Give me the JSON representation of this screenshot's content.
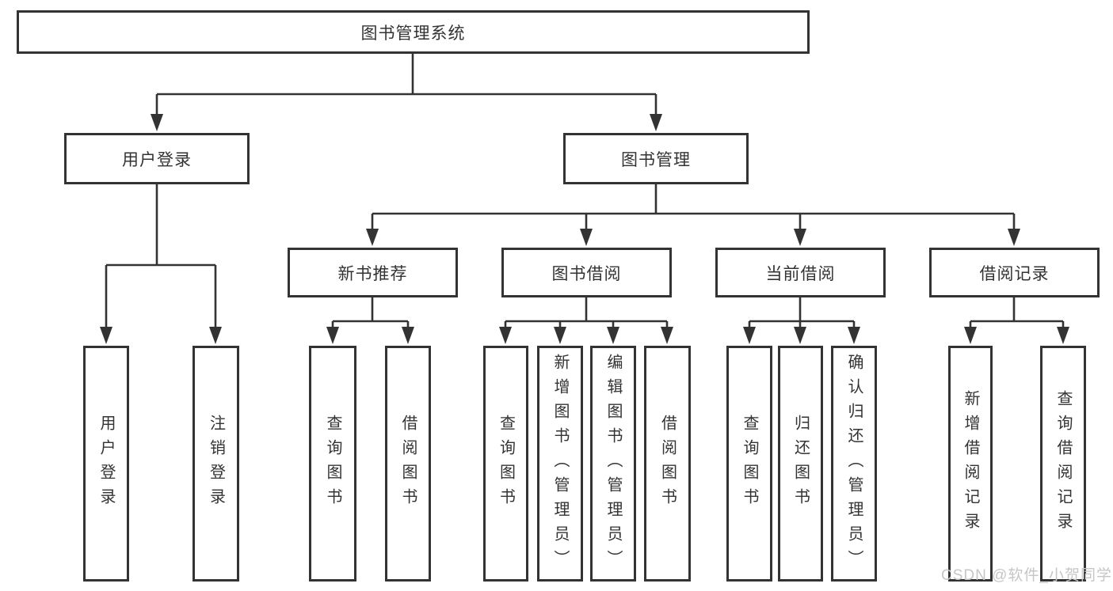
{
  "diagram": {
    "root": {
      "label": "图书管理系统"
    },
    "level2": [
      {
        "label": "用户登录",
        "children": [
          {
            "label": "用户登录"
          },
          {
            "label": "注销登录"
          }
        ]
      },
      {
        "label": "图书管理",
        "children": [
          {
            "label": "新书推荐",
            "children": [
              {
                "label": "查询图书"
              },
              {
                "label": "借阅图书"
              }
            ]
          },
          {
            "label": "图书借阅",
            "children": [
              {
                "label": "查询图书"
              },
              {
                "label": "新增图书（管理员）"
              },
              {
                "label": "编辑图书（管理员）"
              },
              {
                "label": "借阅图书"
              }
            ]
          },
          {
            "label": "当前借阅",
            "children": [
              {
                "label": "查询图书"
              },
              {
                "label": "归还图书"
              },
              {
                "label": "确认归还（管理员）"
              }
            ]
          },
          {
            "label": "借阅记录",
            "children": [
              {
                "label": "新增借阅记录"
              },
              {
                "label": "查询借阅记录"
              }
            ]
          }
        ]
      }
    ]
  },
  "watermark": "CSDN @软件_小贺同学",
  "colors": {
    "line": "#333333",
    "text": "#333333",
    "watermark": "#c6c6c6",
    "background": "#ffffff"
  }
}
